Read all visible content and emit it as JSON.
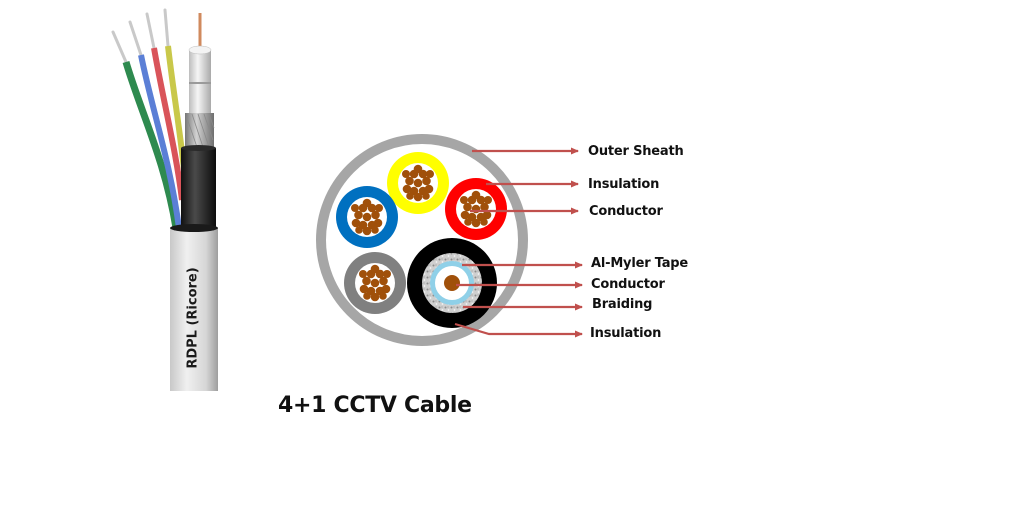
{
  "title": "4+1 CCTV Cable",
  "cable_product": {
    "brand_text": "RDPL (Ricore)",
    "wire_colors": [
      "#2e8a4f",
      "#5b7fd6",
      "#d9545a",
      "#c9c84a"
    ],
    "jacket_color": "#dcdcdc",
    "inner_sheath_color": "#1e1e1e",
    "center_conductor_color": "#d08a5e"
  },
  "cross_section": {
    "outer_sheath_color": "#a6a6a6",
    "cores": [
      {
        "name": "yellow-core",
        "color": "#ffff00"
      },
      {
        "name": "red-core",
        "color": "#ff0000"
      },
      {
        "name": "blue-core",
        "color": "#0070c0"
      },
      {
        "name": "gray-core",
        "color": "#808080"
      }
    ],
    "conductor_color": "#a0500a",
    "coax": {
      "insulation_color": "#000000",
      "braid_color": "#c8c8c8",
      "tape_color": "#8fd0e8",
      "dielectric_color": "#ffffff",
      "conductor_color": "#a0500a"
    },
    "arrow_color": "#c0504d"
  },
  "labels": {
    "outer_sheath": "Outer Sheath",
    "insulation_top": "Insulation",
    "conductor_top": "Conductor",
    "al_myler_tape": "Al-Myler Tape",
    "conductor_coax": "Conductor",
    "braiding": "Braiding",
    "insulation_coax": "Insulation"
  }
}
